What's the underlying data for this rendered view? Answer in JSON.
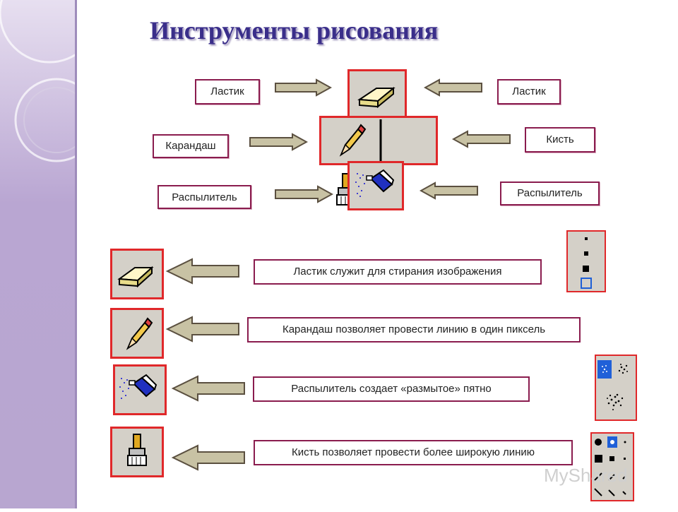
{
  "title": "Инструменты рисования",
  "diagram": {
    "left_labels": [
      "Ластик",
      "Карандаш",
      "Распылитель"
    ],
    "right_labels": [
      "Ластик",
      "Кисть",
      "Распылитель"
    ]
  },
  "descriptions": [
    "Ластик служит для стирания изображения",
    "Карандаш позволяет провести линию в один пиксель",
    "Распылитель  создает «размытое» пятно",
    "Кисть позволяет провести более широкую линию"
  ],
  "watermark": "MyShared",
  "colors": {
    "frame": "#e0282a",
    "label_border": "#8a1c4e",
    "title": "#3a2e8a",
    "arrow_fill": "#c8c2a4"
  }
}
